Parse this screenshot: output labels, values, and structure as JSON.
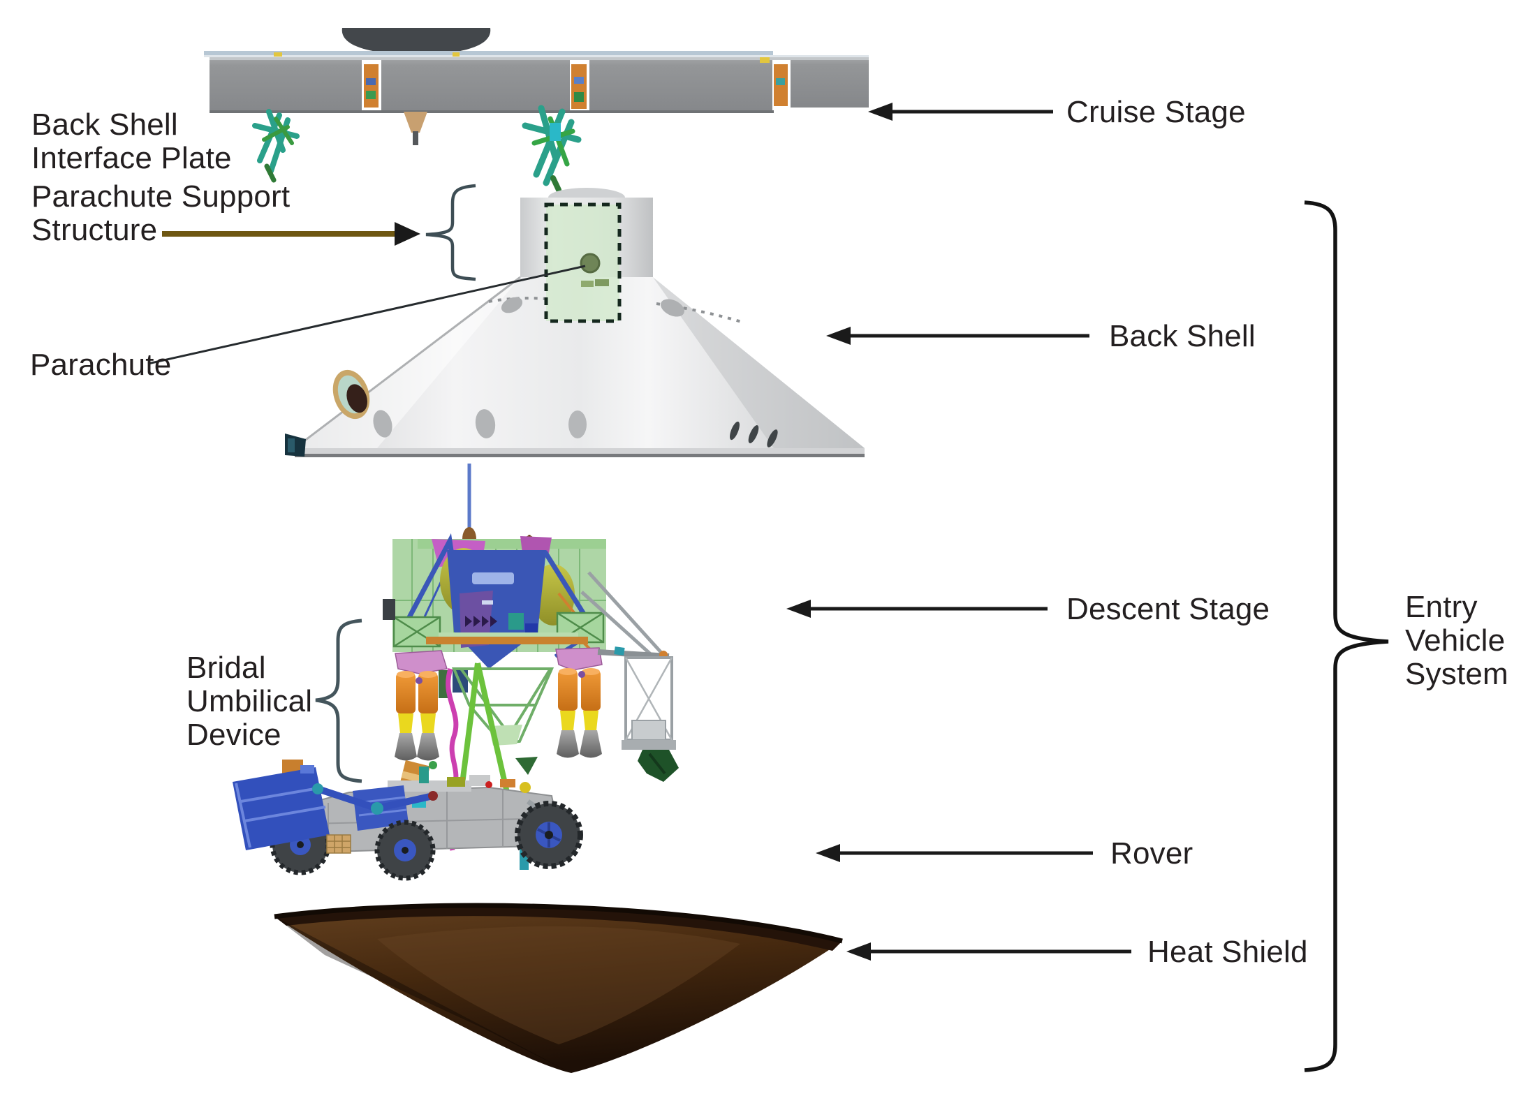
{
  "diagram": {
    "subject": "Mars Science Laboratory entry vehicle exploded view",
    "colors": {
      "label_text": "#231f20",
      "arrow_black": "#1a1a1a",
      "arrow_olive": "#6e5712",
      "brace_gray": "#3e4e55",
      "dashed_box_fill": "#cbe8c4",
      "dashed_box_stroke": "#15281e",
      "heat_shield_brown": "#3a2313",
      "back_shell_gray": "#e5e6e7",
      "solar_panel_gray": "#909294"
    }
  },
  "labels": {
    "back_shell_interface_plate": {
      "line1": "Back Shell",
      "line2": "Interface Plate"
    },
    "parachute_support_structure": {
      "line1": "Parachute Support",
      "line2": "Structure"
    },
    "parachute": "Parachute",
    "bridal_umbilical_device": {
      "line1": "Bridal",
      "line2": "Umbilical",
      "line3": "Device"
    },
    "cruise_stage": "Cruise Stage",
    "back_shell": "Back Shell",
    "descent_stage": "Descent Stage",
    "rover": "Rover",
    "heat_shield": "Heat Shield",
    "entry_vehicle_system": {
      "line1": "Entry",
      "line2": "Vehicle",
      "line3": "System"
    }
  }
}
